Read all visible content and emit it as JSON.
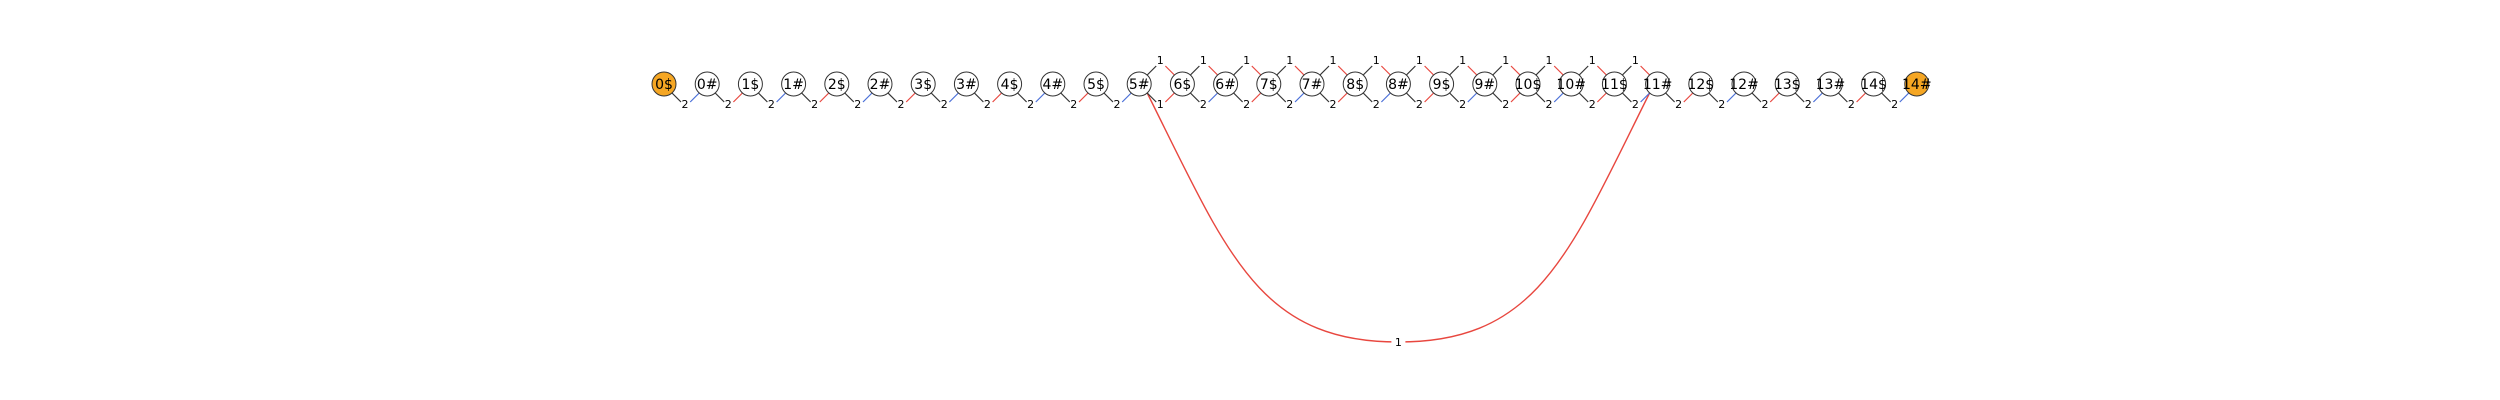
{
  "nodes": [
    {
      "label": "0$",
      "terminal": true
    },
    {
      "label": "0#"
    },
    {
      "label": "1$"
    },
    {
      "label": "1#"
    },
    {
      "label": "2$"
    },
    {
      "label": "2#"
    },
    {
      "label": "3$"
    },
    {
      "label": "3#"
    },
    {
      "label": "4$"
    },
    {
      "label": "4#"
    },
    {
      "label": "5$"
    },
    {
      "label": "5#"
    },
    {
      "label": "6$"
    },
    {
      "label": "6#"
    },
    {
      "label": "7$"
    },
    {
      "label": "7#"
    },
    {
      "label": "8$"
    },
    {
      "label": "8#"
    },
    {
      "label": "9$"
    },
    {
      "label": "9#"
    },
    {
      "label": "10$"
    },
    {
      "label": "10#"
    },
    {
      "label": "11$"
    },
    {
      "label": "11#"
    },
    {
      "label": "12$"
    },
    {
      "label": "12#"
    },
    {
      "label": "13$"
    },
    {
      "label": "13#"
    },
    {
      "label": "14$"
    },
    {
      "label": "14#",
      "terminal": true
    }
  ],
  "chain_edge_labels": [
    "2",
    "2",
    "2",
    "2",
    "2",
    "2",
    "2",
    "2",
    "2",
    "2",
    "2",
    "1",
    "2",
    "2",
    "2",
    "2",
    "2",
    "2",
    "2",
    "2",
    "2",
    "2",
    "2",
    "2",
    "2",
    "2",
    "2",
    "2",
    "2"
  ],
  "upper_edges": [
    {
      "from": 11,
      "to": 12,
      "label": "1"
    },
    {
      "from": 12,
      "to": 13,
      "label": "1"
    },
    {
      "from": 13,
      "to": 14,
      "label": "1"
    },
    {
      "from": 14,
      "to": 15,
      "label": "1"
    },
    {
      "from": 15,
      "to": 16,
      "label": "1"
    },
    {
      "from": 16,
      "to": 17,
      "label": "1"
    },
    {
      "from": 17,
      "to": 18,
      "label": "1"
    },
    {
      "from": 18,
      "to": 19,
      "label": "1"
    },
    {
      "from": 19,
      "to": 20,
      "label": "1"
    },
    {
      "from": 20,
      "to": 21,
      "label": "1"
    },
    {
      "from": 21,
      "to": 22,
      "label": "1"
    },
    {
      "from": 22,
      "to": 23,
      "label": "1"
    }
  ],
  "arc_edge": {
    "from": 11,
    "to": 23,
    "label": "1"
  },
  "colors": {
    "terminal_fill": "#f5a623",
    "node_fill": "#ffffff",
    "node_stroke": "#333333",
    "edge_red": "#e8473f",
    "edge_blue": "#4a6fd8",
    "edge_dark": "#333333"
  }
}
